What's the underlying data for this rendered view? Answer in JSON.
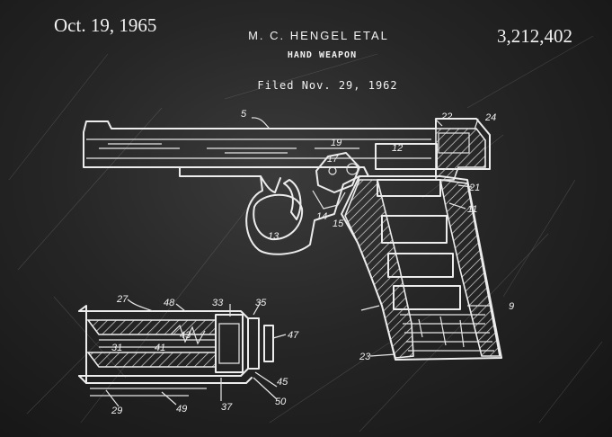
{
  "header": {
    "date": "Oct. 19, 1965",
    "inventor": "M. C. HENGEL ETAL",
    "title": "HAND WEAPON",
    "filed": "Filed Nov. 29, 1962",
    "patent_number": "3,212,402"
  },
  "reference_numerals": [
    "5",
    "22",
    "24",
    "12",
    "19",
    "17",
    "21",
    "11",
    "13",
    "14",
    "15",
    "9",
    "23",
    "27",
    "48",
    "33",
    "35",
    "31",
    "41",
    "43",
    "47",
    "45",
    "50",
    "29",
    "49",
    "37"
  ],
  "colors": {
    "board": "#2a2a2a",
    "ink": "#ececec"
  },
  "icons": {
    "main_drawing": "pistol-side-section-drawing",
    "detail_drawing": "magazine-cross-section-drawing"
  }
}
